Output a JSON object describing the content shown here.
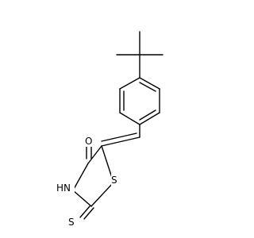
{
  "molecule": {
    "atoms": {
      "oxygen_label": "O",
      "nitrogen_hydrogen_label": "H",
      "nitrogen_label": "N",
      "ring_sulfur_label": "S",
      "thione_sulfur_label": "S"
    }
  }
}
